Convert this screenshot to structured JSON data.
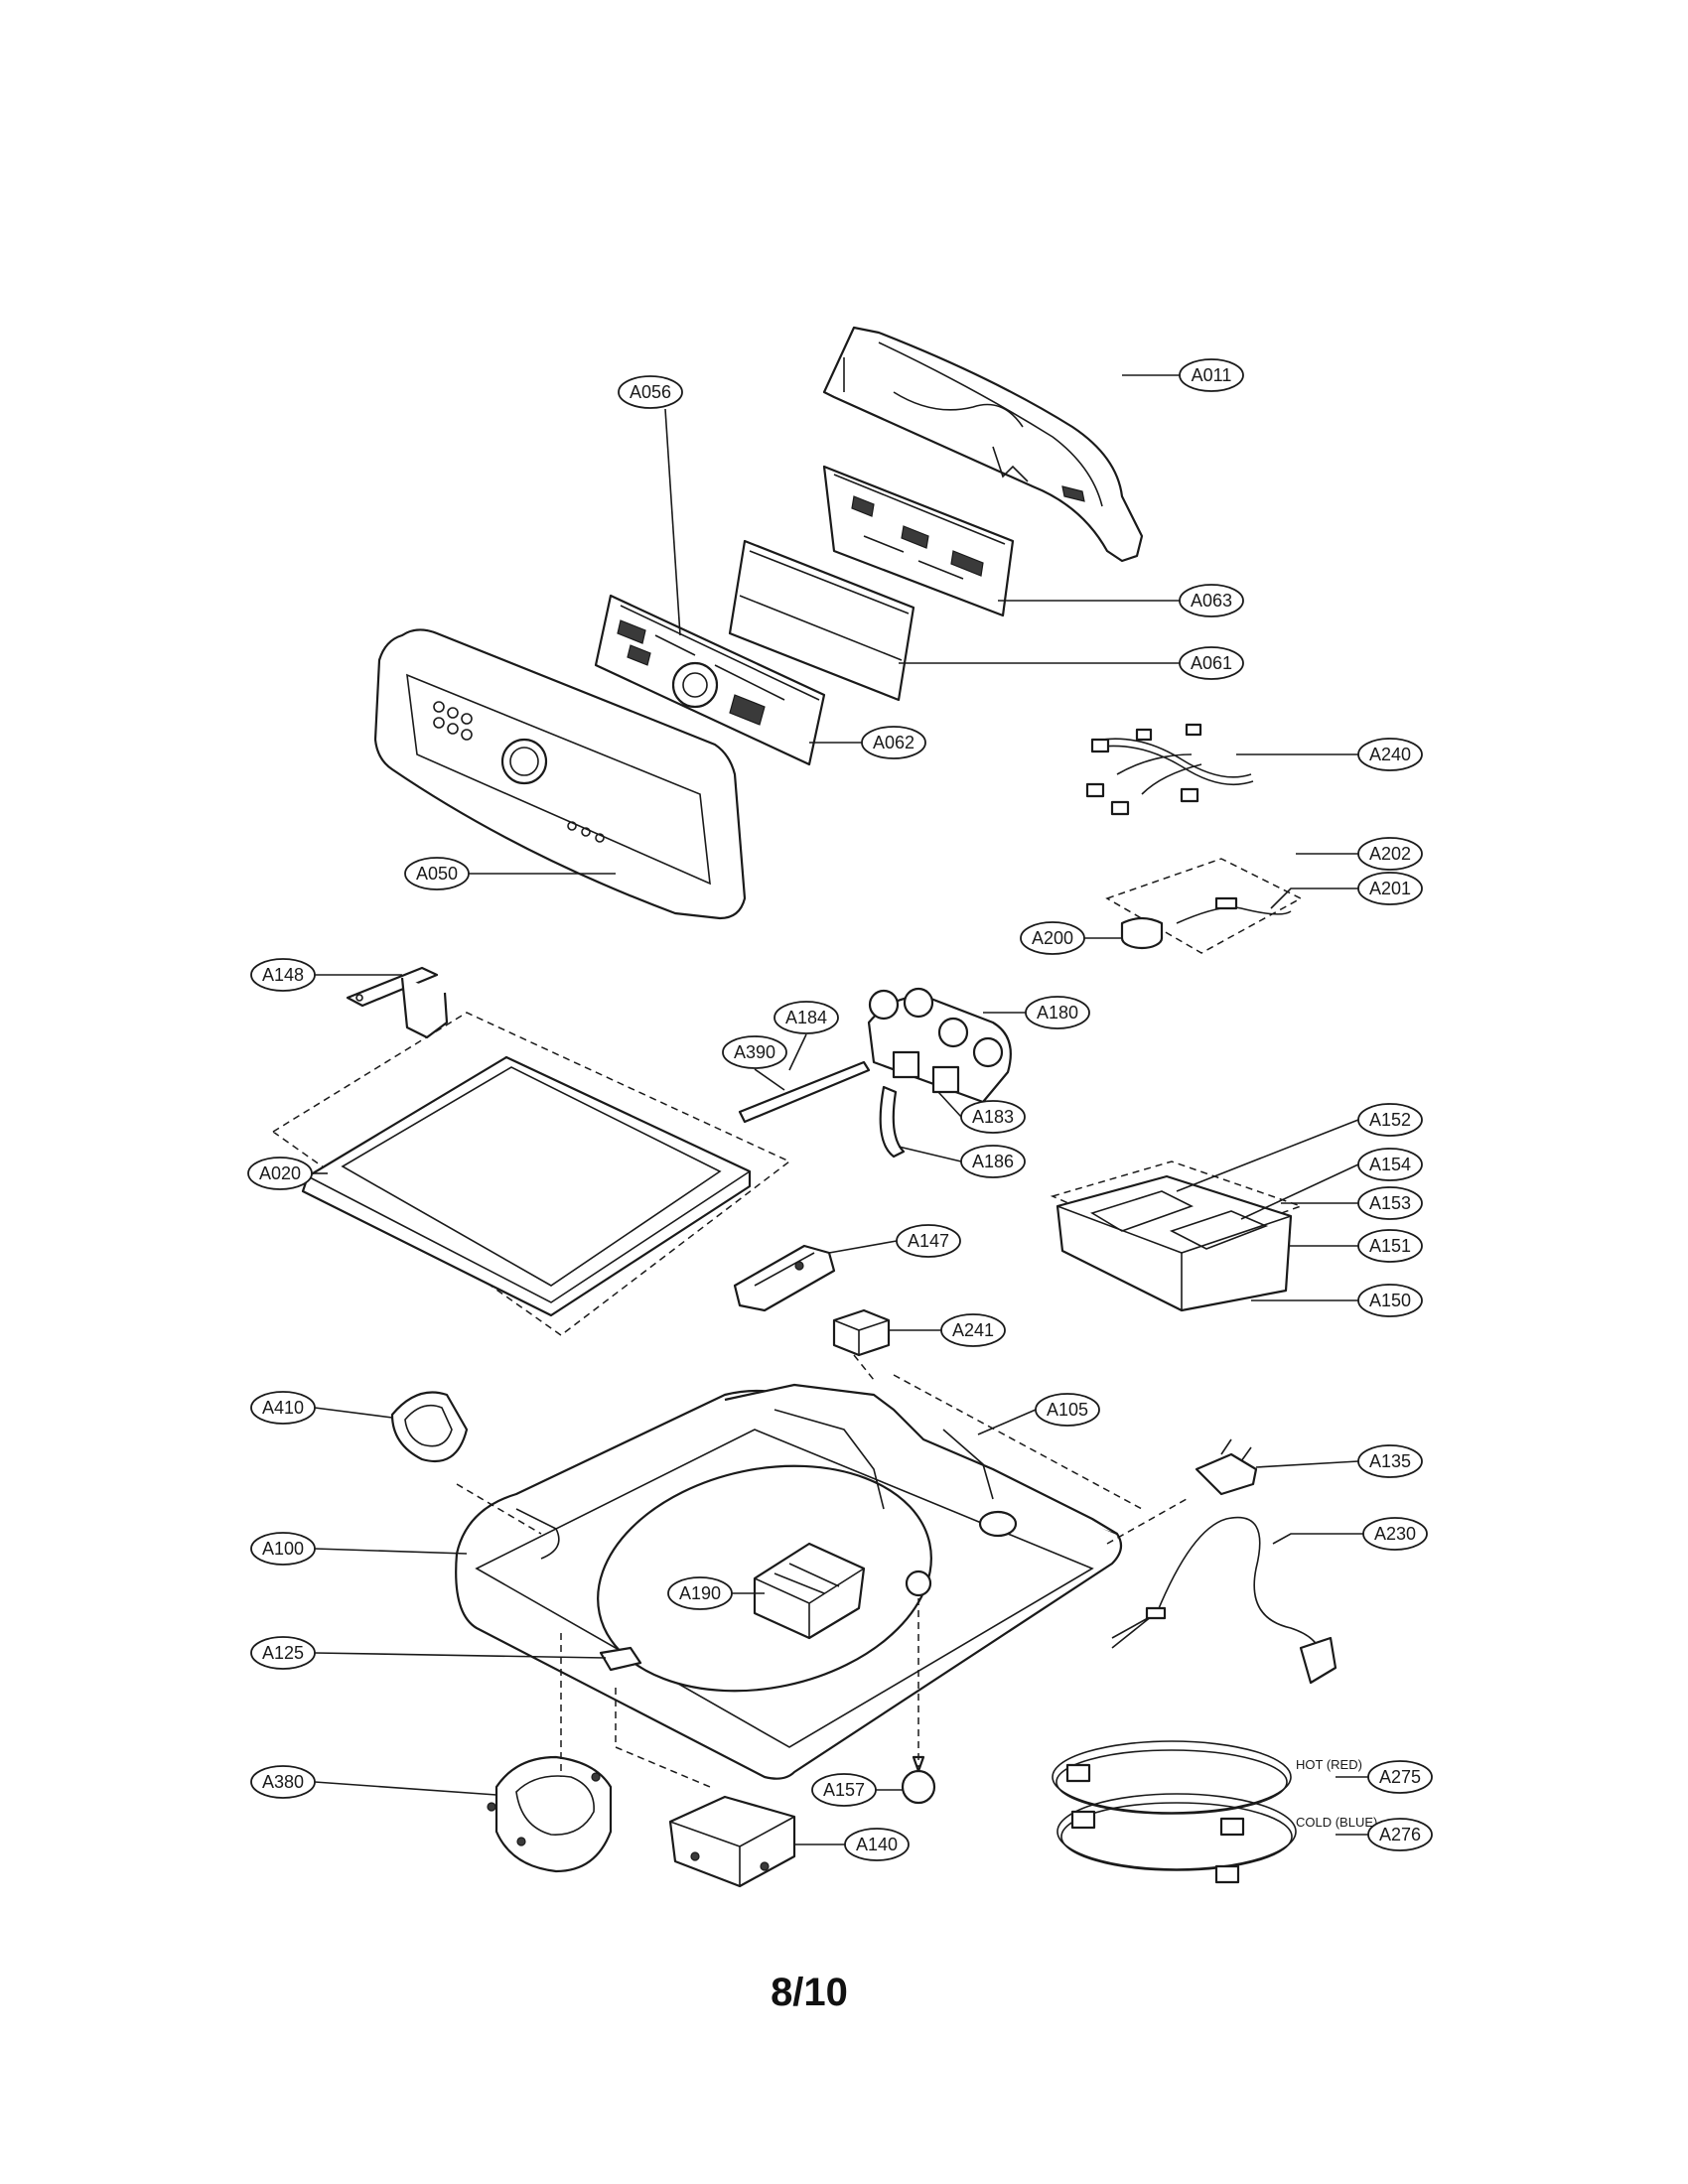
{
  "page_number": "8/10",
  "hose_notes": {
    "hot": "HOT (RED)",
    "cold": "COLD (BLUE)"
  },
  "callouts": {
    "A011": "A011",
    "A063": "A063",
    "A061": "A061",
    "A056": "A056",
    "A062": "A062",
    "A050": "A050",
    "A240": "A240",
    "A202": "A202",
    "A201": "A201",
    "A200": "A200",
    "A148": "A148",
    "A184": "A184",
    "A180": "A180",
    "A390": "A390",
    "A020": "A020",
    "A183": "A183",
    "A186": "A186",
    "A152": "A152",
    "A154": "A154",
    "A153": "A153",
    "A151": "A151",
    "A147": "A147",
    "A150": "A150",
    "A241": "A241",
    "A410": "A410",
    "A105": "A105",
    "A135": "A135",
    "A100": "A100",
    "A230": "A230",
    "A190": "A190",
    "A125": "A125",
    "A380": "A380",
    "A157": "A157",
    "A275": "A275",
    "A140": "A140",
    "A276": "A276"
  }
}
